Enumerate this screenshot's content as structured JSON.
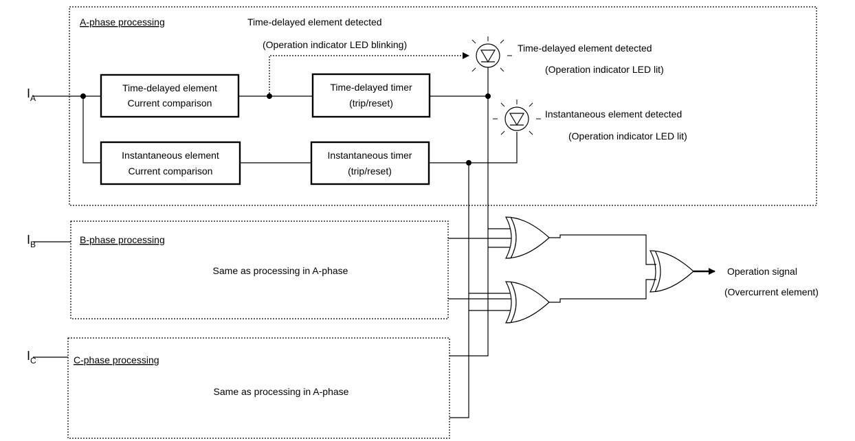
{
  "inputs": {
    "a_main": "I",
    "a_sub": "A",
    "b_main": "I",
    "b_sub": "B",
    "c_main": "I",
    "c_sub": "C"
  },
  "phases": {
    "a_title": "A-phase processing",
    "b_title": "B-phase processing",
    "b_body": "Same as processing in A-phase",
    "c_title": "C-phase processing",
    "c_body": "Same as processing in A-phase"
  },
  "blocks": {
    "td_element_line1": "Time-delayed element",
    "td_element_line2": "Current comparison",
    "td_timer_line1": "Time-delayed timer",
    "td_timer_line2": "(trip/reset)",
    "inst_element_line1": "Instantaneous element",
    "inst_element_line2": "Current comparison",
    "inst_timer_line1": "Instantaneous timer",
    "inst_timer_line2": "(trip/reset)"
  },
  "annotations": {
    "blink_line1": "Time-delayed element detected",
    "blink_line2": "(Operation indicator LED blinking)",
    "td_lit_line1": "Time-delayed element detected",
    "td_lit_line2": "(Operation indicator LED lit)",
    "inst_lit_line1": "Instantaneous element detected",
    "inst_lit_line2": "(Operation indicator LED lit)"
  },
  "output": {
    "line1": "Operation signal",
    "line2": "(Overcurrent element)"
  }
}
